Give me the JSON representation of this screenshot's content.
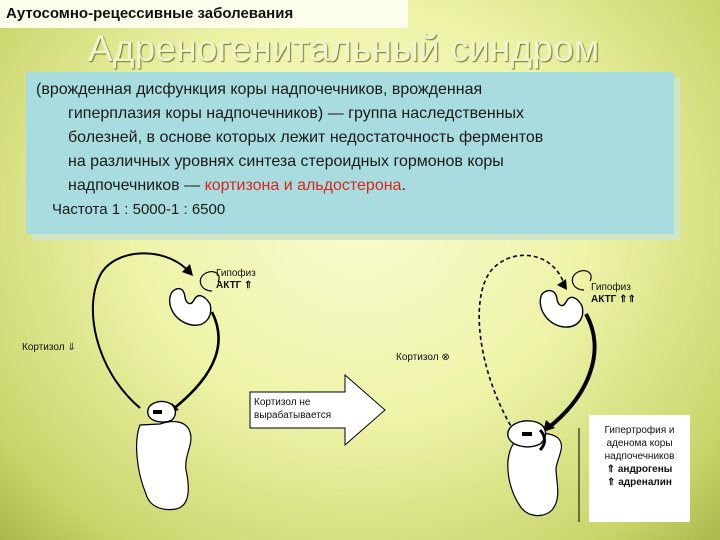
{
  "header": {
    "topic": "Аутосомно-рецессивные заболевания",
    "title": "Адреногенитальный синдром"
  },
  "definition": {
    "lines": [
      "(врожденная дисфункция коры надпочечников, врожденная",
      "гиперплазия коры надпочечников) — группа наследственных",
      "болезней, в основе которых лежит недостаточность ферментов",
      "на различных уровнях синтеза стероидных гормонов коры"
    ],
    "last_line_prefix": "надпочечников — ",
    "last_line_highlight": "кортизона и альдостерона",
    "last_line_suffix": ".",
    "frequency": "Частота 1 : 5000-1 : 6500",
    "highlight_color": "#d7261e"
  },
  "diagram_left": {
    "pituitary_label": "Гипофиз",
    "acth_label": "АКТГ",
    "acth_arrow": "⇑",
    "cortisol_label": "Кортизол",
    "cortisol_arrow": "⇓"
  },
  "arrow": {
    "text": "Кортизол не вырабатывается"
  },
  "diagram_right": {
    "pituitary_label": "Гипофиз",
    "acth_label": "АКТГ",
    "acth_arrow": "⇑⇑",
    "cortisol_label": "Кортизол",
    "cortisol_symbol": "⊗"
  },
  "info": {
    "line1": "Гипертрофия и",
    "line2": "аденома коры",
    "line3": "надпочечников",
    "androgens_arrow": "⇑",
    "androgens": "андрогены",
    "adrenaline_arrow": "⇑",
    "adrenaline": "адреналин"
  }
}
